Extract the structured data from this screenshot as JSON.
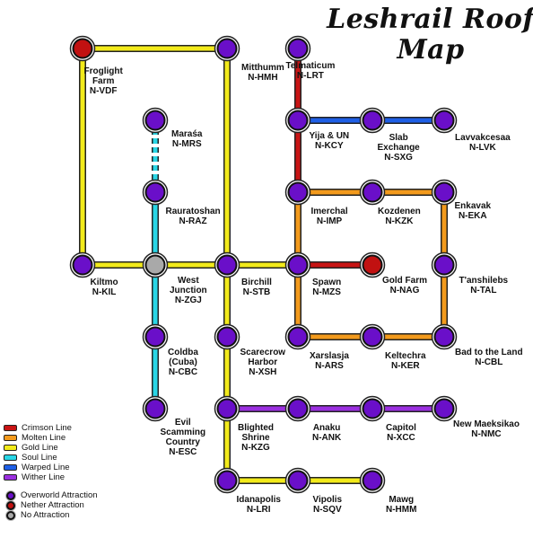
{
  "title": {
    "line1": "Leshrail Roof",
    "line2": "Map"
  },
  "colors": {
    "crimson": "#c81414",
    "molten": "#f39a1c",
    "gold": "#f2ea1a",
    "soul": "#29d6e6",
    "warped": "#1f5fe6",
    "wither": "#9b2fe0",
    "overworld": "#6a0fc9",
    "nether": "#c11111",
    "none": "#a9a9a9"
  },
  "legend": {
    "lines": [
      {
        "key": "crimson",
        "label": "Crimson Line"
      },
      {
        "key": "molten",
        "label": "Molten Line"
      },
      {
        "key": "gold",
        "label": "Gold Line"
      },
      {
        "key": "soul",
        "label": "Soul Line"
      },
      {
        "key": "warped",
        "label": "Warped Line"
      },
      {
        "key": "wither",
        "label": "Wither Line"
      }
    ],
    "attractions": [
      {
        "key": "overworld",
        "label": "Overworld Attraction"
      },
      {
        "key": "nether",
        "label": "Nether Attraction"
      },
      {
        "key": "none",
        "label": "No Attraction"
      }
    ]
  },
  "stations": [
    {
      "id": "froglight",
      "lines": [
        "Froglight",
        "Farm",
        "N-VDF"
      ],
      "type": "nether"
    },
    {
      "id": "mitthumm",
      "lines": [
        "Mitthumm",
        "N-HMH"
      ],
      "type": "overworld"
    },
    {
      "id": "telmaticum",
      "lines": [
        "Telmaticum",
        "N-LRT"
      ],
      "type": "overworld"
    },
    {
      "id": "marasa",
      "lines": [
        "Maraśa",
        "N-MRS"
      ],
      "type": "overworld"
    },
    {
      "id": "yija",
      "lines": [
        "Yija & UN",
        "N-KCY"
      ],
      "type": "overworld"
    },
    {
      "id": "slab",
      "lines": [
        "Slab",
        "Exchange",
        "N-SXG"
      ],
      "type": "overworld"
    },
    {
      "id": "lavvak",
      "lines": [
        "Lavvakcesaa",
        "N-LVK"
      ],
      "type": "overworld"
    },
    {
      "id": "rauratoshan",
      "lines": [
        "Rauratoshan",
        "N-RAZ"
      ],
      "type": "overworld"
    },
    {
      "id": "imerchal",
      "lines": [
        "Imerchal",
        "N-IMP"
      ],
      "type": "overworld"
    },
    {
      "id": "kozdenen",
      "lines": [
        "Kozdenen",
        "N-KZK"
      ],
      "type": "overworld"
    },
    {
      "id": "enkavak",
      "lines": [
        "Enkavak",
        "N-EKA"
      ],
      "type": "overworld"
    },
    {
      "id": "kiltmo",
      "lines": [
        "Kiltmo",
        "N-KIL"
      ],
      "type": "overworld"
    },
    {
      "id": "westjunction",
      "lines": [
        "West",
        "Junction",
        "N-ZGJ"
      ],
      "type": "none"
    },
    {
      "id": "birchill",
      "lines": [
        "Birchill",
        "N-STB"
      ],
      "type": "overworld"
    },
    {
      "id": "spawn",
      "lines": [
        "Spawn",
        "N-MZS"
      ],
      "type": "overworld"
    },
    {
      "id": "goldfarm",
      "lines": [
        "Gold Farm",
        "N-NAG"
      ],
      "type": "nether"
    },
    {
      "id": "tanshilebs",
      "lines": [
        "T'anshilebs",
        "N-TAL"
      ],
      "type": "overworld"
    },
    {
      "id": "coldba",
      "lines": [
        "Coldba",
        "(Cuba)",
        "N-CBC"
      ],
      "type": "overworld"
    },
    {
      "id": "scarecrow",
      "lines": [
        "Scarecrow",
        "Harbor",
        "N-XSH"
      ],
      "type": "overworld"
    },
    {
      "id": "xarslasja",
      "lines": [
        "Xarslasja",
        "N-ARS"
      ],
      "type": "overworld"
    },
    {
      "id": "keltechra",
      "lines": [
        "Keltechra",
        "N-KER"
      ],
      "type": "overworld"
    },
    {
      "id": "badtoland",
      "lines": [
        "Bad to the Land",
        "N-CBL"
      ],
      "type": "overworld"
    },
    {
      "id": "evil",
      "lines": [
        "Evil",
        "Scamming",
        "Country",
        "N-ESC"
      ],
      "type": "overworld"
    },
    {
      "id": "blighted",
      "lines": [
        "Blighted",
        "Shrine",
        "N-KZG"
      ],
      "type": "overworld"
    },
    {
      "id": "anaku",
      "lines": [
        "Anaku",
        "N-ANK"
      ],
      "type": "overworld"
    },
    {
      "id": "capitol",
      "lines": [
        "Capitol",
        "N-XCC"
      ],
      "type": "overworld"
    },
    {
      "id": "newmaeksikao",
      "lines": [
        "New Maeksikao",
        "N-NMC"
      ],
      "type": "overworld"
    },
    {
      "id": "idanapolis",
      "lines": [
        "Idanapolis",
        "N-LRI"
      ],
      "type": "overworld"
    },
    {
      "id": "vipolis",
      "lines": [
        "Vipolis",
        "N-SQV"
      ],
      "type": "overworld"
    },
    {
      "id": "mawg",
      "lines": [
        "Mawg",
        "N-HMM"
      ],
      "type": "overworld"
    }
  ],
  "routes": [
    {
      "line": "gold",
      "stops": [
        "kiltmo",
        "froglight",
        "mitthumm",
        "birchill"
      ]
    },
    {
      "line": "gold",
      "stops": [
        "kiltmo",
        "westjunction",
        "birchill",
        "spawn"
      ]
    },
    {
      "line": "gold",
      "stops": [
        "birchill",
        "scarecrow",
        "blighted",
        "idanapolis",
        "vipolis",
        "mawg"
      ]
    },
    {
      "line": "crimson",
      "stops": [
        "telmaticum",
        "yija",
        "imerchal"
      ]
    },
    {
      "line": "warped",
      "stops": [
        "yija",
        "slab",
        "lavvak"
      ]
    },
    {
      "line": "molten",
      "stops": [
        "imerchal",
        "kozdenen",
        "enkavak",
        "tanshilebs",
        "badtoland",
        "keltechra",
        "xarslasja",
        "spawn",
        "imerchal"
      ]
    },
    {
      "line": "crimson",
      "stops": [
        "spawn",
        "goldfarm"
      ]
    },
    {
      "line": "soul",
      "stops": [
        "rauratoshan",
        "westjunction",
        "coldba",
        "evil"
      ]
    },
    {
      "line": "soul",
      "stops": [
        "marasa",
        "rauratoshan"
      ],
      "dashed": true
    },
    {
      "line": "wither",
      "stops": [
        "blighted",
        "anaku",
        "capitol",
        "newmaeksikao"
      ]
    }
  ]
}
